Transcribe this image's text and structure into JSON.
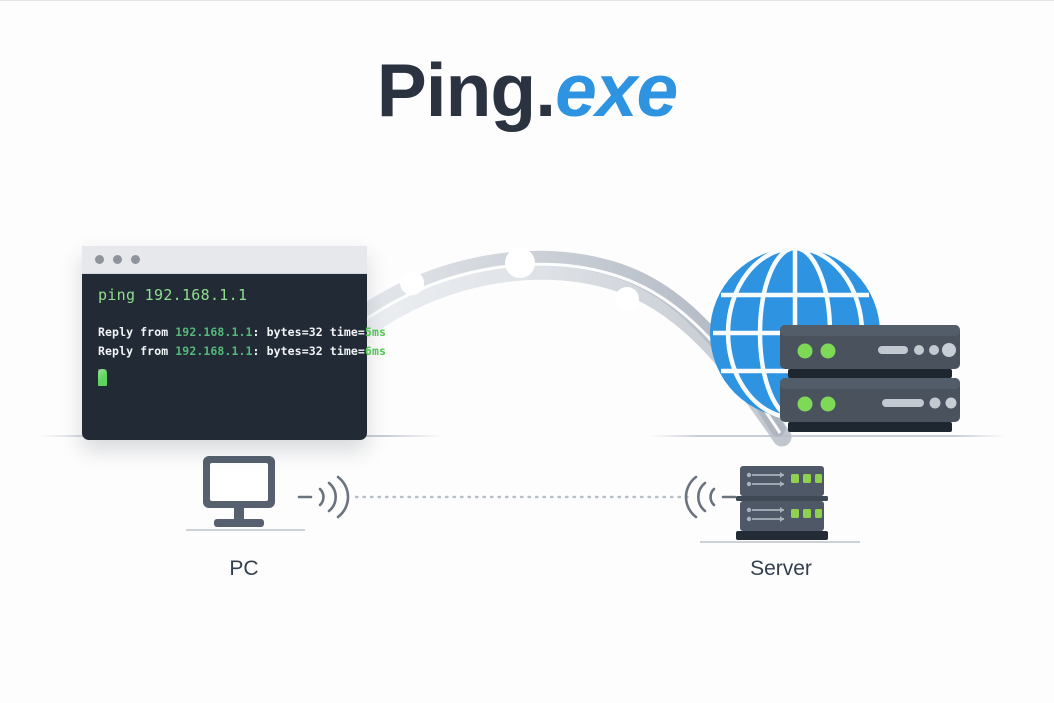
{
  "page": {
    "background": "#fdfdfd"
  },
  "title": {
    "word": "Ping",
    "dot": ".",
    "extension": "exe",
    "word_color": "#2b3340",
    "extension_color": "#2e93e0"
  },
  "terminal": {
    "window_controls": [
      "close-dot",
      "minimize-dot",
      "maximize-dot"
    ],
    "control_color": "#8e939c",
    "titlebar_color": "#e6e8ec",
    "background_color": "#222a35",
    "command": "ping 192.168.1.1",
    "command_color": "#8ddf8d",
    "replies": [
      {
        "prefix": "Reply from ",
        "ip": "192.168.1.1",
        "middle": ": bytes=32 time=",
        "time": "5ms"
      },
      {
        "prefix": "Reply from ",
        "ip": "192.168.1.1",
        "middle": ": bytes=32 time=",
        "time": "6ms"
      }
    ],
    "text_color": "#f2f5f8",
    "ip_color": "#54b97a",
    "time_color": "#4fc54f",
    "cursor_color": "#5fd35f"
  },
  "connection": {
    "arc_label": "data-arc",
    "packet_dots": 3,
    "arc_color": "#c6cbd3",
    "dot_color": "#ffffff"
  },
  "globe": {
    "name": "globe-icon",
    "color": "#2e93e0",
    "grid_color": "#ffffff"
  },
  "servers_large": {
    "name": "server-stack-large",
    "chassis_color": "#4a525e",
    "led_color": "#7ed957",
    "units": 2,
    "leds_per_unit": 2
  },
  "diagram": {
    "pc": {
      "label": "PC",
      "icon": "monitor-icon",
      "color": "#56606e"
    },
    "server": {
      "label": "Server",
      "icon": "server-rack-icon",
      "chassis_color": "#4e5866",
      "led_color": "#8fd14f"
    },
    "link": {
      "style": "dotted",
      "color": "#b9bfc7"
    },
    "signal": {
      "name": "wifi-signal-arcs",
      "color": "#6b737f",
      "arcs": 3
    },
    "label_color": "#33404f"
  }
}
